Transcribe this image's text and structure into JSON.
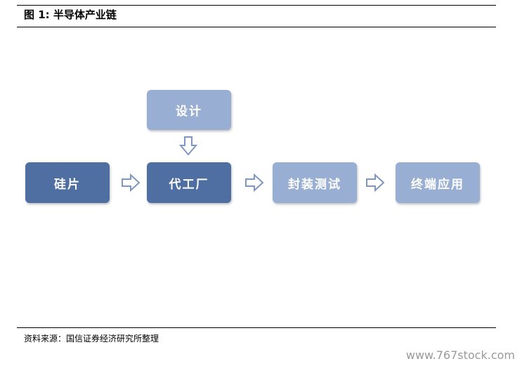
{
  "title": "图 1: 半导体产业链",
  "nodes": {
    "design": "设计",
    "wafer": "硅片",
    "foundry": "代工厂",
    "packaging": "封装测试",
    "application": "终端应用"
  },
  "source": "资料来源：国信证券经济研究所整理",
  "watermark": "www.767stock.com",
  "colors": {
    "dark_box": "#4f6fa3",
    "light_box": "#98aed2",
    "arrow_stroke": "#7f97c0"
  }
}
